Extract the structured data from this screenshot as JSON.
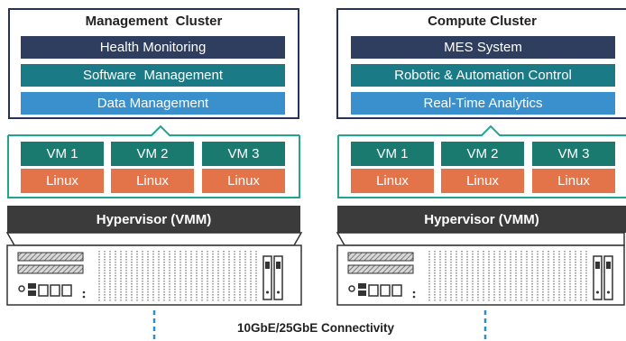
{
  "clusters": [
    {
      "title": "Management  Cluster",
      "services": [
        "Health Monitoring",
        "Software  Management",
        "Data Management"
      ]
    },
    {
      "title": "Compute Cluster",
      "services": [
        "MES System",
        "Robotic & Automation Control",
        "Real-Time Analytics"
      ]
    }
  ],
  "vms": [
    "VM 1",
    "VM 2",
    "VM 3"
  ],
  "os_label": "Linux",
  "hypervisor_label": "Hypervisor (VMM)",
  "connectivity_label": "10GbE/25GbE Connectivity",
  "colors": {
    "navy": "#2f3e5e",
    "teal": "#1a7a85",
    "blue": "#3a8fcd",
    "vm_green": "#1a7a70",
    "linux_orange": "#e3744a",
    "frame_green": "#21a58f",
    "hypervisor_gray": "#3b3b3b",
    "connector_blue": "#2b8fc5"
  }
}
